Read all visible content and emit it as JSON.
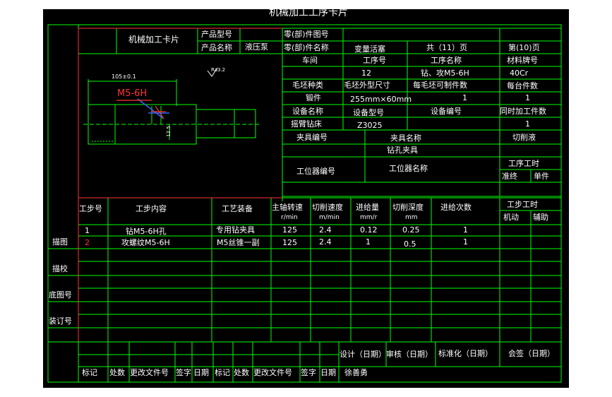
{
  "window": {
    "title": "机械加工工序卡片"
  },
  "header": {
    "card_title": "机械加工卡片",
    "product_model_label": "产品型号",
    "product_name_label": "产品名称",
    "product_name_value": "液压泵",
    "part_drawing_no_label": "零(部)件图号",
    "part_name_label": "零(部)件名称",
    "part_name_value": "变量活塞",
    "total_pages": "共（11）页",
    "page_no": "第(10)页"
  },
  "process": {
    "workshop_label": "车间",
    "op_no_label": "工序号",
    "op_name_label": "工序名称",
    "material_label": "材料牌号",
    "op_no": "12",
    "op_name": "钻、攻M5-6H",
    "material": "40Cr",
    "blank_type_label": "毛坯种类",
    "blank_size_label": "毛坯外型尺寸",
    "pieces_per_blank_label": "每毛坯可制件数",
    "pieces_per_unit_label": "每台件数",
    "blank_type": "锻件",
    "blank_size": "255mm×60mm",
    "pieces_per_blank": "1",
    "pieces_per_unit": "1",
    "equip_name_label": "设备名称",
    "equip_model_label": "设备型号",
    "equip_no_label": "设备编号",
    "parallel_label": "同时加工件数",
    "equip_name": "摇臂钻床",
    "equip_model": "Z3025",
    "parallel_count": "1",
    "fixture_no_label": "夹具编号",
    "fixture_name_label": "夹具名称",
    "coolant_label": "切削液",
    "fixture_name": "钻孔夹具",
    "station_no_label": "工位器编号",
    "station_name_label": "工位器名称",
    "op_time_label": "工序工时",
    "op_time_final": "准终",
    "op_time_unit": "单件"
  },
  "drawing": {
    "dim_length": "105±0.1",
    "thread_label": "M5-6H",
    "dim_vertical": "12.5",
    "roughness": "Ra3.2"
  },
  "steps_header": {
    "step_no": "工步号",
    "step_content": "工步内容",
    "equipment": "工艺装备",
    "spindle": "主轴转速",
    "spindle_unit": "r/min",
    "speed": "切削速度",
    "speed_unit": "m/min",
    "feed": "进给量",
    "feed_unit": "mm/r",
    "depth": "切削深度",
    "depth_unit": "mm",
    "passes": "进给次数",
    "step_time": "工步工时",
    "time_machine": "机动",
    "time_aux": "辅助"
  },
  "steps": [
    {
      "no": "1",
      "content": "钻M5-6H孔",
      "equip": "专用钻夹具",
      "spindle": "125",
      "speed": "2.4",
      "feed": "0.12",
      "depth": "0.25",
      "passes": "1"
    },
    {
      "no": "2",
      "content": "攻螺纹M5-6H",
      "equip": "M5丝锥一副",
      "spindle": "125",
      "speed": "2.4",
      "feed": "1",
      "depth": "0.5",
      "passes": "1"
    }
  ],
  "side_labels": {
    "trace": "描图",
    "trace_check": "描校",
    "base_no": "底图号",
    "binding_no": "装订号"
  },
  "footer": {
    "design": "设计（日期）",
    "review": "审核（日期）",
    "standard": "标准化（日期）",
    "sign": "会签（日期）",
    "designer": "徐善勇",
    "cols": [
      "标记",
      "处数",
      "更改文件号",
      "签字",
      "日期",
      "标记",
      "处数",
      "更改文件号",
      "签字",
      "日期"
    ]
  },
  "colors": {
    "background": "#000000",
    "frame": "#00ff00",
    "text": "#ffffff",
    "accent": "#ff3333",
    "drawing": "#00ff00"
  }
}
